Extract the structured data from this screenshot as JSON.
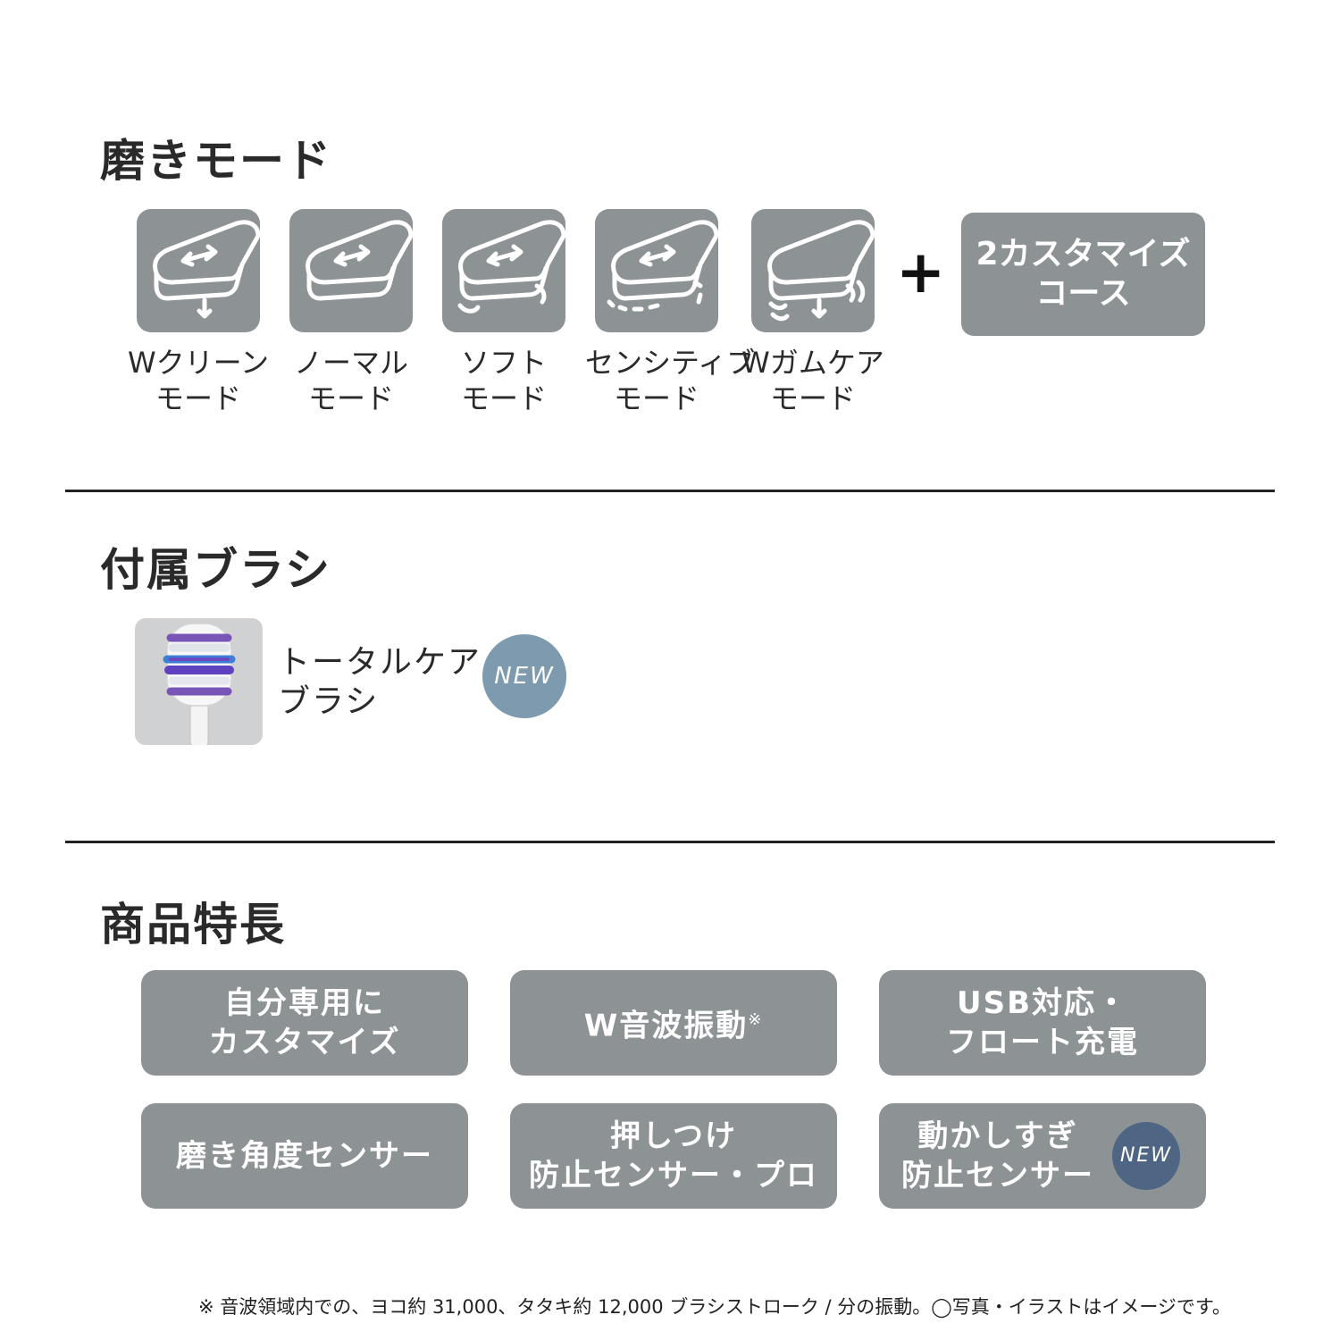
{
  "sections": {
    "modes_title": "磨きモード",
    "brush_title": "付属ブラシ",
    "features_title": "商品特長"
  },
  "modes": [
    {
      "line1": "Wクリーン",
      "line2": "モード",
      "icon": "w-clean-mode-icon"
    },
    {
      "line1": "ノーマル",
      "line2": "モード",
      "icon": "normal-mode-icon"
    },
    {
      "line1": "ソフト",
      "line2": "モード",
      "icon": "soft-mode-icon"
    },
    {
      "line1": "センシティブ",
      "line2": "モード",
      "icon": "sensitive-mode-icon"
    },
    {
      "line1": "Wガムケア",
      "line2": "モード",
      "icon": "w-gumcare-mode-icon"
    }
  ],
  "plus": "+",
  "custom": {
    "line1": "2カスタマイズ",
    "line2": "コース"
  },
  "brush": {
    "line1": "トータルケア",
    "line2": "ブラシ",
    "badge": "NEW"
  },
  "features": [
    {
      "line1": "自分専用に",
      "line2": "カスタマイズ"
    },
    {
      "line1": "W音波振動",
      "mark": "※"
    },
    {
      "line1": "USB対応・",
      "line2": "フロート充電"
    },
    {
      "line1": "磨き角度センサー"
    },
    {
      "line1": "押しつけ",
      "line2": "防止センサー・プロ"
    },
    {
      "line1": "動かしすぎ",
      "line2": "防止センサー",
      "badge": "NEW"
    }
  ],
  "footnote": "※ 音波領域内での、ヨコ約 31,000、タタキ約 12,000 ブラシストローク / 分の振動。◯写真・イラストはイメージです。",
  "colors": {
    "tile": "#8d9295",
    "badge_light": "#7e9aae",
    "badge_dark": "#4e6683",
    "text": "#2a2a2a"
  }
}
